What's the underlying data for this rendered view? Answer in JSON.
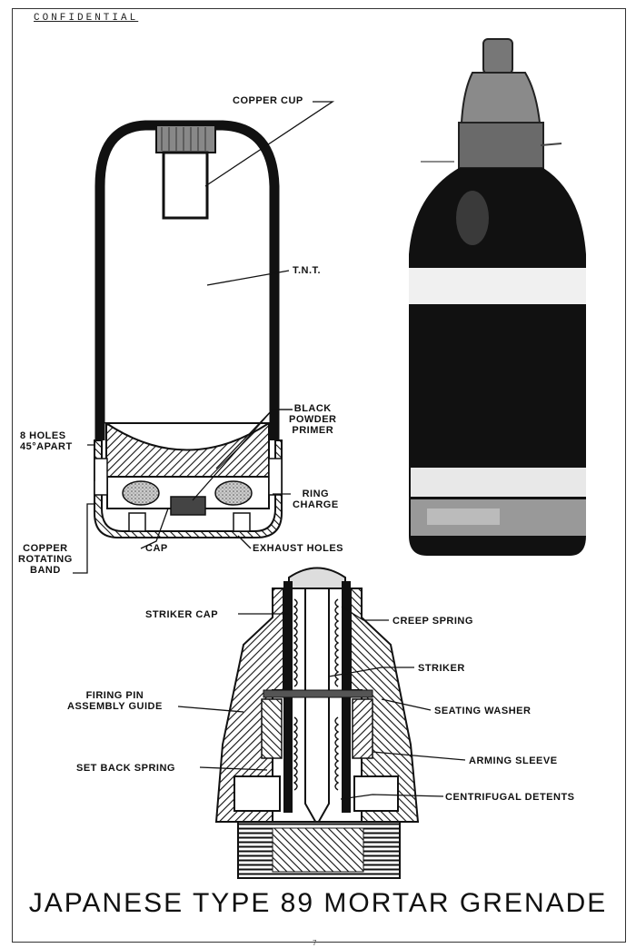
{
  "header": {
    "classification": "CONFIDENTIAL"
  },
  "title": "JAPANESE TYPE 89 MORTAR GRENADE",
  "page_number": "7",
  "grenade_section": {
    "labels": {
      "copper_cup": "COPPER CUP",
      "tnt": "T.N.T.",
      "black_powder_primer": [
        "BLACK",
        "POWDER",
        "PRIMER"
      ],
      "holes": [
        "8 HOLES",
        "45°APART"
      ],
      "ring_charge": [
        "RING",
        "CHARGE"
      ],
      "copper_rotating_band": [
        "COPPER",
        "ROTATING",
        "BAND"
      ],
      "cap": "CAP",
      "exhaust_holes": "EXHAUST HOLES"
    }
  },
  "fuze_section": {
    "labels": {
      "striker_cap": "STRIKER CAP",
      "creep_spring": "CREEP SPRING",
      "striker": "STRIKER",
      "firing_pin_guide": [
        "FIRING PIN",
        "ASSEMBLY GUIDE"
      ],
      "seating_washer": "SEATING WASHER",
      "arming_sleeve": "ARMING SLEEVE",
      "set_back_spring": "SET BACK SPRING",
      "centrifugal_detents": "CENTRIFUGAL DETENTS"
    }
  },
  "photo": {
    "subject": "mortar-grenade-photo"
  }
}
